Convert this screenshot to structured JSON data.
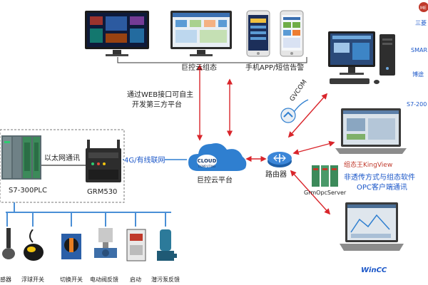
{
  "top_labels": {
    "cloud_config": "巨控云组态",
    "mobile_app": "手机APP/短信告警"
  },
  "annotations": {
    "web_api_line1": "通过WEB接口可自主",
    "web_api_line2": "开发第三方平台",
    "gvcom": "GVCOM"
  },
  "network": {
    "ethernet": "以太网通讯",
    "wireless": "4G/有线联网",
    "cloud_platform": "巨控云平台",
    "cloud_badge_line1": "CLOUD",
    "cloud_badge_line2": "COMPUTING",
    "router": "路由器"
  },
  "devices": {
    "plc": "S7-300PLC",
    "grm": "GRM530",
    "opc_server": "GrmOpcServer"
  },
  "software": {
    "kingview": "组态王KingView",
    "wincc": "WinCC",
    "opc_line1": "非透传方式与组态软件",
    "opc_line2": "OPC客户端通讯"
  },
  "right_edge": {
    "mitsubishi": "三菱",
    "smart": "SMAR",
    "botu": "博途",
    "s7_200": "S7-200"
  },
  "sensors": [
    {
      "label": "感器"
    },
    {
      "label": "浮球开关"
    },
    {
      "label": "切换开关"
    },
    {
      "label": "电动阀反馈"
    },
    {
      "label": "启动"
    },
    {
      "label": "潜污泵反馈"
    }
  ],
  "colors": {
    "arrow_red": "#d9252b",
    "text_blue": "#1a56c8",
    "bus_blue": "#4a8fd6",
    "cloud_blue": "#2f7fd0",
    "screen_dark": "#0e1a3a"
  }
}
